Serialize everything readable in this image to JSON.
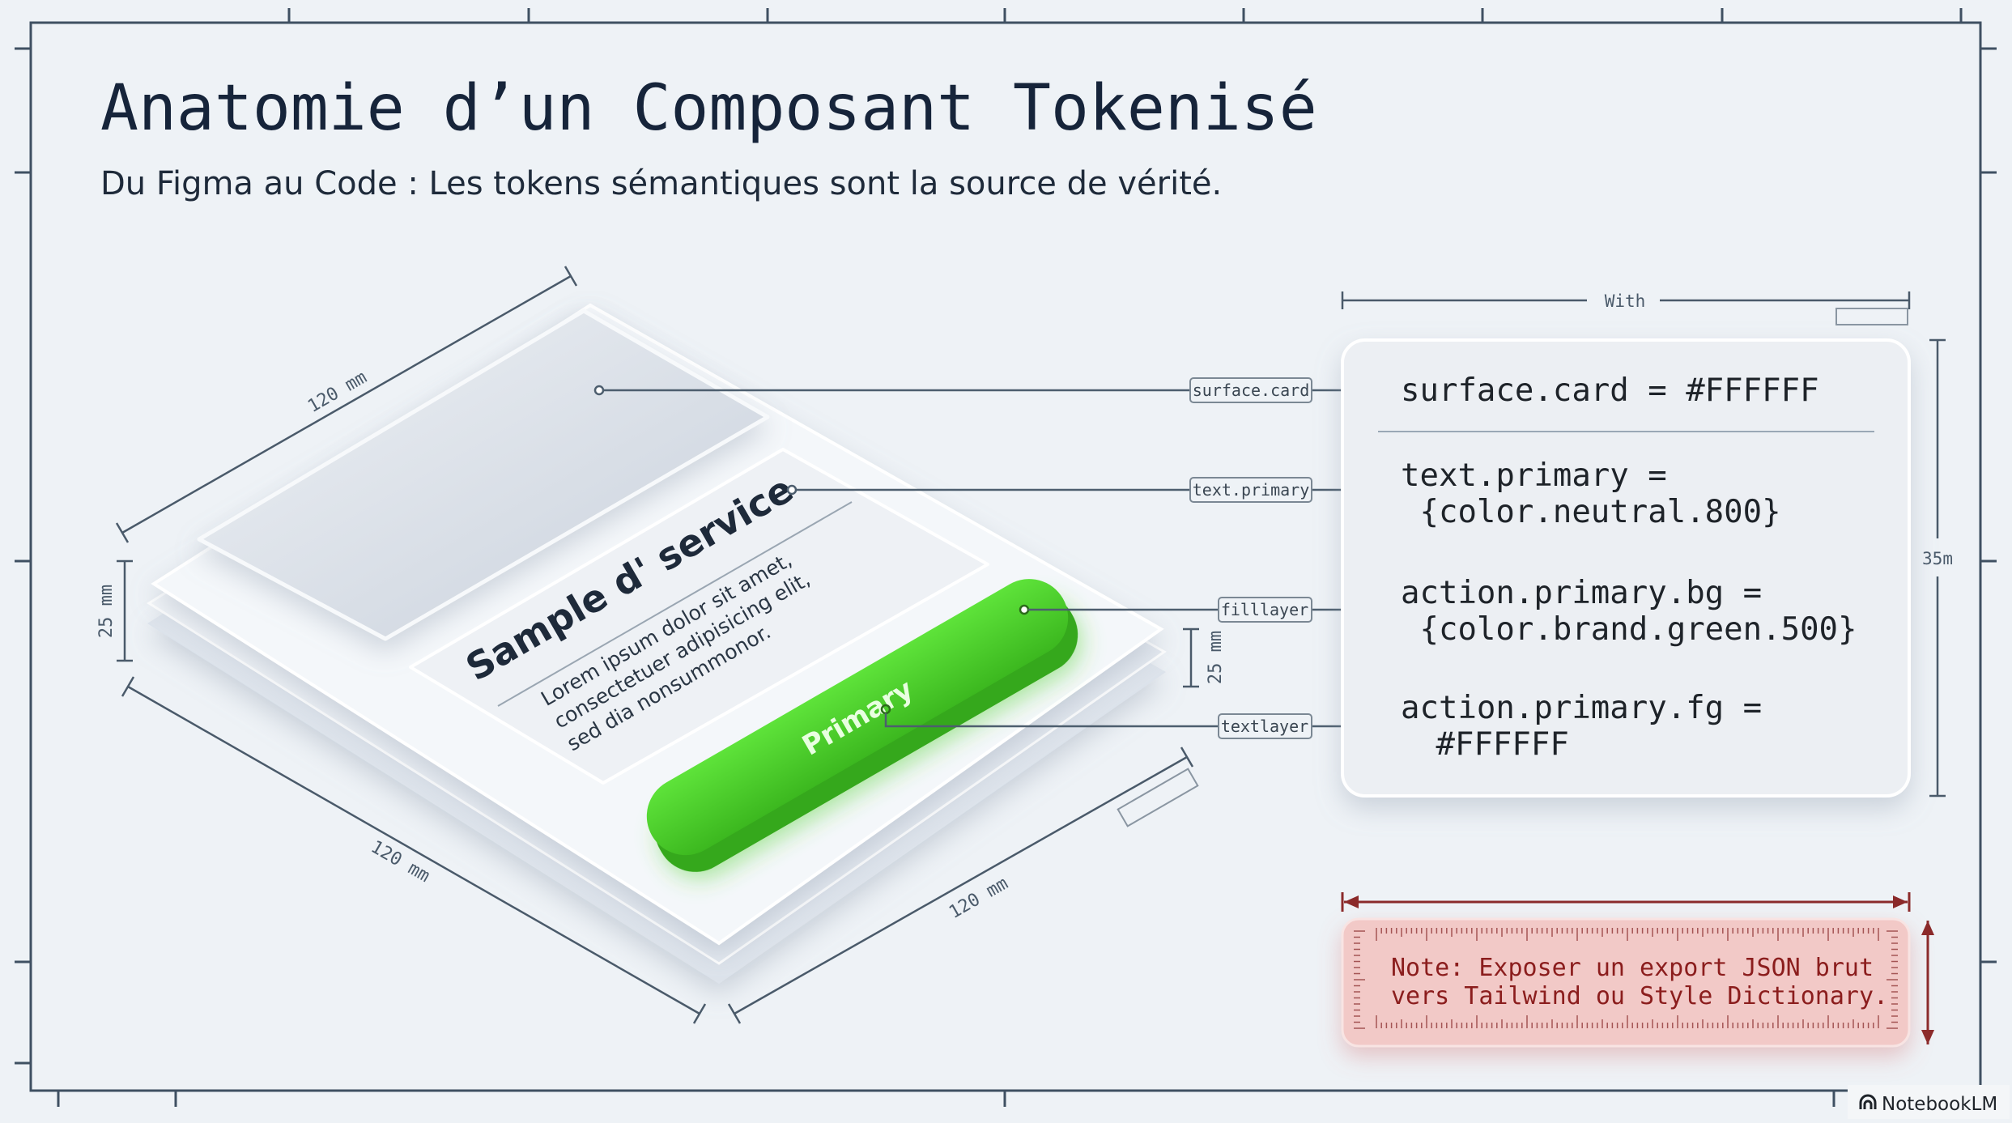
{
  "header": {
    "title": "Anatomie d’un Composant Tokenisé",
    "subtitle": "Du Figma au Code : Les tokens sémantiques sont la source de vérité."
  },
  "component": {
    "card_title": "Sample d' service",
    "body_lines": [
      "Lorem ipsum dolor sit amet,",
      "consectetuer adipisicing elit,",
      "sed dia nonsummonor."
    ],
    "button_label": "Primary",
    "colors": {
      "brand_green": "#4fd12e",
      "surface": "#FFFFFF",
      "text": "#1e2a3a"
    }
  },
  "dimensions": {
    "top_left": "120 mm",
    "left_height": "25 mm",
    "bottom_left": "120 mm",
    "bottom_right": "120 mm",
    "button_height": "25 mm",
    "panel_width": "With",
    "panel_height": "35m"
  },
  "callouts": [
    {
      "label": "surface.card",
      "lines": [
        "surface.card = #FFFFFF"
      ]
    },
    {
      "label": "text.primary",
      "lines": [
        "text.primary =",
        " {color.neutral.800}"
      ]
    },
    {
      "label": "filllayer",
      "lines": [
        "action.primary.bg =",
        " {color.brand.green.500}"
      ]
    },
    {
      "label": "textlayer",
      "lines": [
        "action.primary.fg =",
        " #FFFFFF"
      ]
    }
  ],
  "note": {
    "lines": [
      "Note: Exposer un export JSON brut",
      "vers Tailwind ou Style Dictionary."
    ],
    "color": "#8b1d1d"
  },
  "branding": {
    "label": "NotebookLM"
  }
}
